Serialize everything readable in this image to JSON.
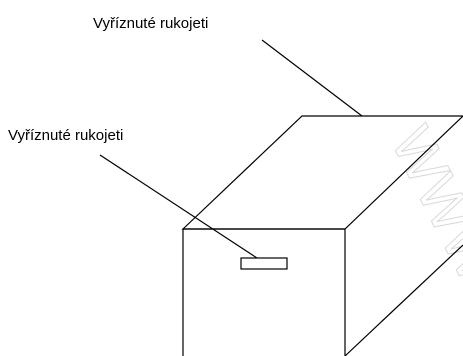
{
  "diagram": {
    "labels": {
      "top": "Vyříznuté rukojeti",
      "side": "Vyříznuté rukojeti"
    },
    "watermark": "WWW",
    "colors": {
      "line": "#000000",
      "watermark": "#d9d9d9",
      "background": "#ffffff"
    }
  }
}
